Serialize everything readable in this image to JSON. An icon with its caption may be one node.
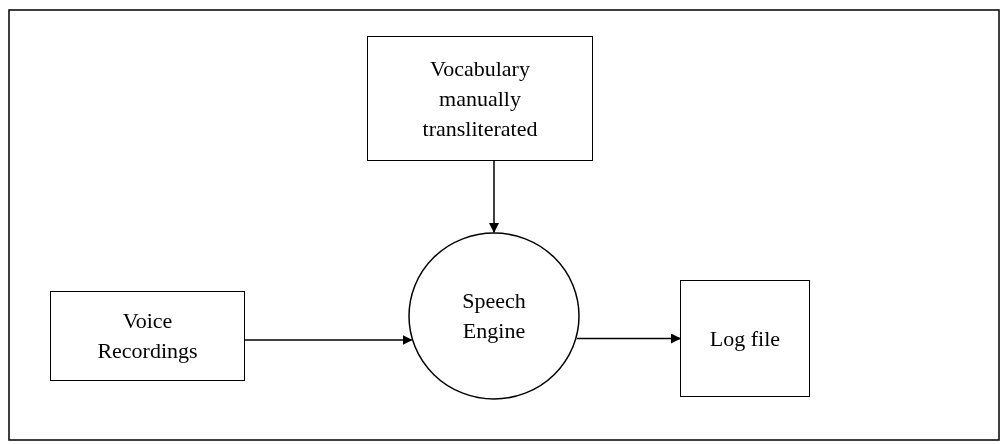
{
  "diagram": {
    "nodes": [
      {
        "text": [
          "Vocabulary manually transliterated"
        ]
      },
      {
        "text": [
          "Voice Recordings"
        ]
      },
      {
        "text": [
          "Speech Engine"
        ]
      },
      {
        "text": [
          "Log file"
        ]
      }
    ],
    "edges": [
      {
        "from": 0,
        "to": 2,
        "arrow": "to"
      },
      {
        "from": 1,
        "to": 2,
        "arrow": "to"
      },
      {
        "from": 2,
        "to": 3,
        "arrow": "to"
      }
    ]
  }
}
